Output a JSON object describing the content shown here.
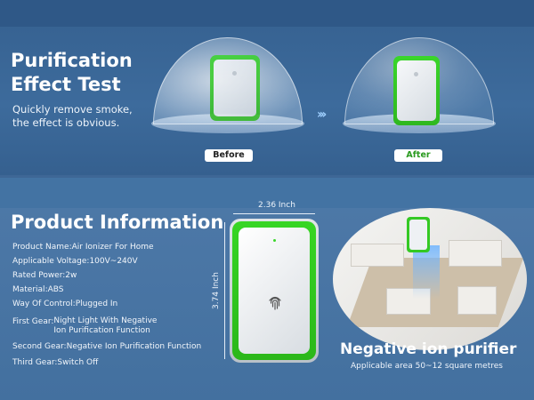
{
  "effect_test": {
    "title_line1": "Purification",
    "title_line2": "Effect Test",
    "subtitle_line1": "Quickly remove smoke,",
    "subtitle_line2": "the effect is obvious.",
    "before_label": "Before",
    "after_label": "After",
    "arrows": "›››"
  },
  "product_info": {
    "title": "Product Information",
    "specs": [
      {
        "key": "Product Name: ",
        "value": "Air Ionizer For Home"
      },
      {
        "key": "Applicable Voltage: ",
        "value": "100V~240V"
      },
      {
        "key": "Rated Power: ",
        "value": "2w"
      },
      {
        "key": "Material: ",
        "value": "ABS"
      },
      {
        "key": "Way Of Control: ",
        "value": "Plugged In"
      },
      {
        "key": "First Gear: ",
        "value": "Night Light With Negative",
        "value2": "Ion Purification Function"
      },
      {
        "key": "Second Gear: ",
        "value": "Negative Ion Purification Function"
      },
      {
        "key": "Third Gear: ",
        "value": "Switch Off"
      }
    ],
    "width_label": "2.36 Inch",
    "height_label": "3.74 Inch",
    "headline": "Negative ion purifier",
    "area_text": "Applicable area 50~12 square metres"
  },
  "colors": {
    "accent_green": "#35d024",
    "background_blue": "#3e6796"
  },
  "icons": {
    "device_logo": "fingerprint-icon"
  }
}
